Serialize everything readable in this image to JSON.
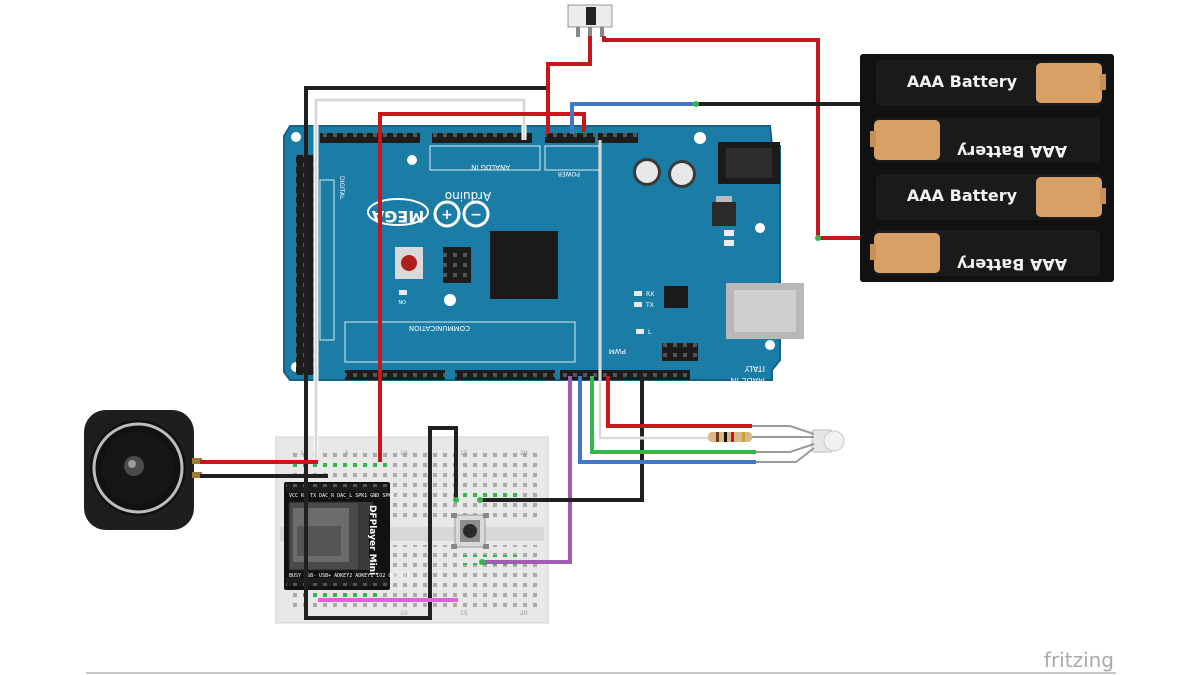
{
  "board": {
    "brand": "Arduino",
    "model": "MEGA",
    "made_in": "MADE IN",
    "country": "ITALY",
    "header_analog": "ANALOG IN",
    "header_power": "POWER",
    "header_communication": "COMMUNICATION",
    "header_digital": "DIGITAL",
    "header_pwm": "PWM",
    "led_rx": "RX",
    "led_tx": "TX",
    "led_l": "L",
    "led_on": "ON"
  },
  "batteries": [
    {
      "label": "AAA Battery"
    },
    {
      "label": "AAA Battery"
    },
    {
      "label": "AAA Battery"
    },
    {
      "label": "AAA Battery"
    }
  ],
  "module": {
    "name": "DFPlayer Mini"
  },
  "watermark": "fritzing",
  "colors": {
    "board": "#1b7ca6",
    "wire_red": "#c8161d",
    "wire_blue": "#3f77c9",
    "wire_green": "#3ab54a",
    "wire_black": "#202020",
    "wire_purple": "#a15cb3",
    "wire_pink": "#e061d6",
    "battery_gold": "#d9a066"
  }
}
